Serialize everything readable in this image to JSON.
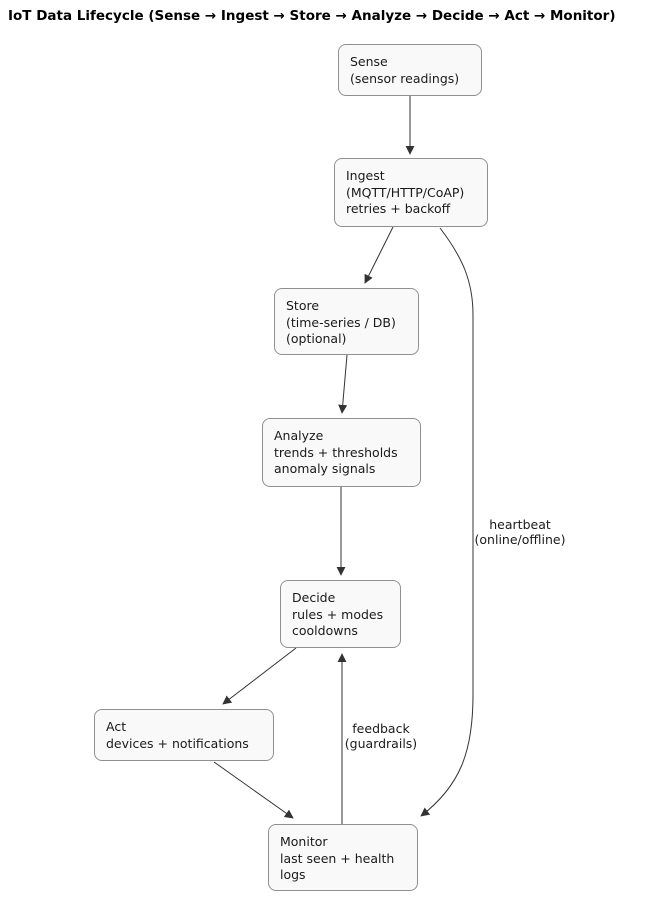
{
  "title": "IoT Data Lifecycle (Sense → Ingest → Store → Analyze → Decide → Act → Monitor)",
  "nodes": {
    "sense": {
      "line1": "Sense",
      "line2": "(sensor readings)"
    },
    "ingest": {
      "line1": "Ingest",
      "line2": "(MQTT/HTTP/CoAP)",
      "line3": "retries + backoff"
    },
    "store": {
      "line1": "Store",
      "line2": "(time-series / DB)",
      "line3": "(optional)"
    },
    "analyze": {
      "line1": "Analyze",
      "line2": "trends + thresholds",
      "line3": "anomaly signals"
    },
    "decide": {
      "line1": "Decide",
      "line2": "rules + modes",
      "line3": "cooldowns"
    },
    "act": {
      "line1": "Act",
      "line2": "devices + notifications"
    },
    "monitor": {
      "line1": "Monitor",
      "line2": "last seen + health",
      "line3": "logs"
    }
  },
  "edge_labels": {
    "heartbeat": {
      "line1": "heartbeat",
      "line2": "(online/offline)"
    },
    "feedback": {
      "line1": "feedback",
      "line2": "(guardrails)"
    }
  },
  "colors": {
    "background": "#ffffff",
    "node_fill": "#f9f9f9",
    "node_border": "#909090",
    "edge": "#333333",
    "text": "#1a1a1a",
    "title_text": "#000000"
  }
}
